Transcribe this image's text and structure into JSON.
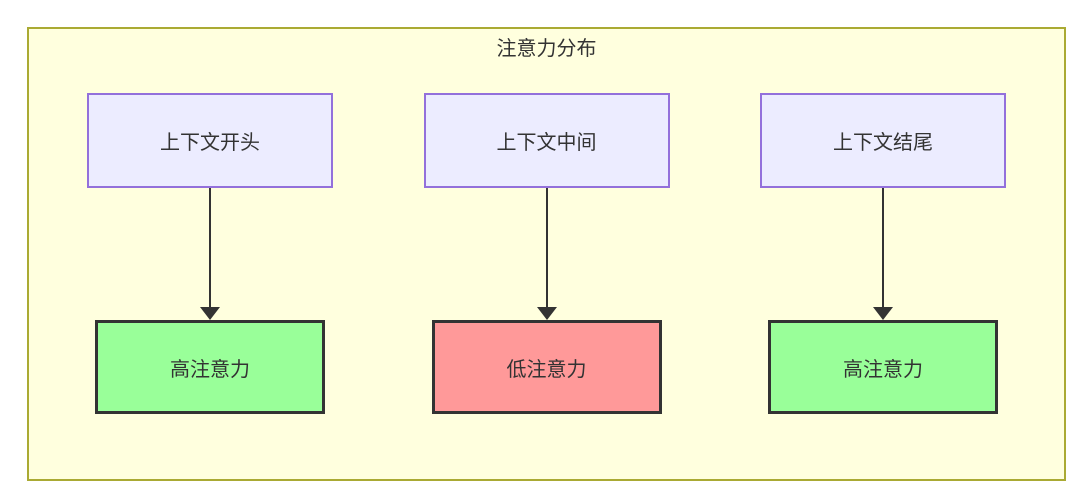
{
  "diagram": {
    "title": "注意力分布",
    "columns": [
      {
        "top": {
          "label": "上下文开头"
        },
        "bottom": {
          "label": "高注意力",
          "type": "high"
        }
      },
      {
        "top": {
          "label": "上下文中间"
        },
        "bottom": {
          "label": "低注意力",
          "type": "low"
        }
      },
      {
        "top": {
          "label": "上下文结尾"
        },
        "bottom": {
          "label": "高注意力",
          "type": "high"
        }
      }
    ],
    "colors": {
      "page_bg": "#ffffff",
      "cluster_bg": "#ffffde",
      "cluster_border": "#aaaa33",
      "node_bg": "#ececff",
      "node_border": "#9370db",
      "high_bg": "#99ff99",
      "low_bg": "#ff9999",
      "result_border": "#333333",
      "arrow": "#333333",
      "text": "#333333"
    }
  }
}
